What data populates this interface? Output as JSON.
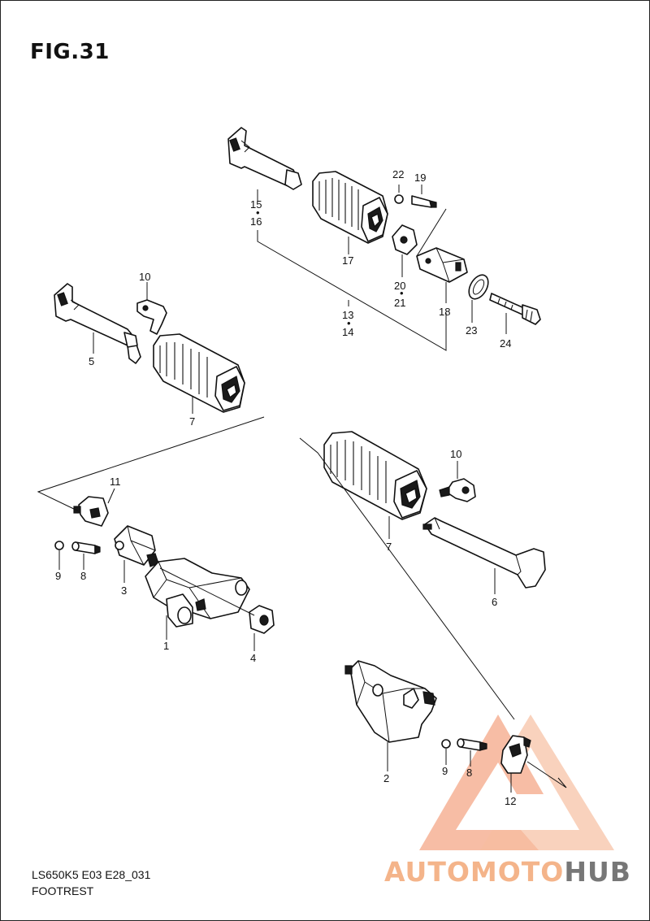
{
  "figure": {
    "title": "FIG.31",
    "model_code": "LS650K5 E03 E28_031",
    "section_name": "FOOTREST"
  },
  "callouts": {
    "c1": "1",
    "c2": "2",
    "c3": "3",
    "c4": "4",
    "c5": "5",
    "c6": "6",
    "c7a": "7",
    "c7b": "7",
    "c8a": "8",
    "c8b": "8",
    "c9a": "9",
    "c9b": "9",
    "c10a": "10",
    "c10b": "10",
    "c11": "11",
    "c12": "12",
    "c13": "13",
    "c14": "14",
    "c15": "15",
    "c16": "16",
    "c17": "17",
    "c18": "18",
    "c19": "19",
    "c20": "20",
    "c21": "21",
    "c22": "22",
    "c23": "23",
    "c24": "24"
  },
  "watermark": {
    "part1": "AUTOMOTO",
    "part2": "HUB",
    "colors": {
      "primary": "#f08a5d",
      "secondary": "#777777"
    }
  }
}
